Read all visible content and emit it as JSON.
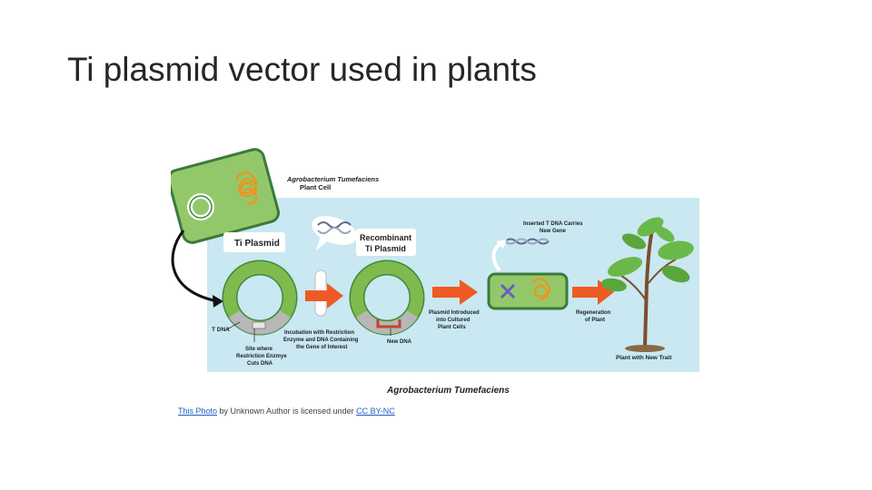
{
  "slide": {
    "title": "Ti plasmid vector used in plants"
  },
  "diagram": {
    "labels": {
      "agro_cell": [
        "Agrobacterium Tumefaciens",
        "Plant Cell"
      ],
      "ti_plasmid": "Ti Plasmid",
      "recombinant": [
        "Recombinant",
        "Ti Plasmid"
      ],
      "inserted_tdna": [
        "Inserted T DNA Carries",
        "New Gene"
      ],
      "t_dna": "T DNA",
      "site_where": [
        "Site where",
        "Restriction Enzmye",
        "Cuts DNA"
      ],
      "incubation": [
        "Incubation with Restriction",
        "Enzyme and DNA Containing",
        "the Gene of Interest"
      ],
      "new_dna": "New DNA",
      "plasmid_introduced": [
        "Plasmid Introduced",
        "into Cultured",
        "Plant Cells"
      ],
      "regeneration": [
        "Regeneration",
        "of Plant"
      ],
      "plant_new_trait": "Plant with New Trait",
      "bottom_title": "Agrobacterium Tumefaciens"
    },
    "colors": {
      "panel_bg": "#c9e8f2",
      "cell_fill": "#93c86a",
      "cell_border": "#3b7a3b",
      "plasmid_ring": "#7fba4f",
      "plasmid_outline": "#3f8a3a",
      "arrow_orange": "#ef5a24",
      "dna_orange": "#f0931e",
      "leaf_green": "#6bb84a",
      "stem_brown": "#7a4f2c"
    }
  },
  "caption": {
    "link1": "This Photo",
    "text1": " by Unknown Author is licensed under ",
    "link2": "CC BY-NC"
  }
}
